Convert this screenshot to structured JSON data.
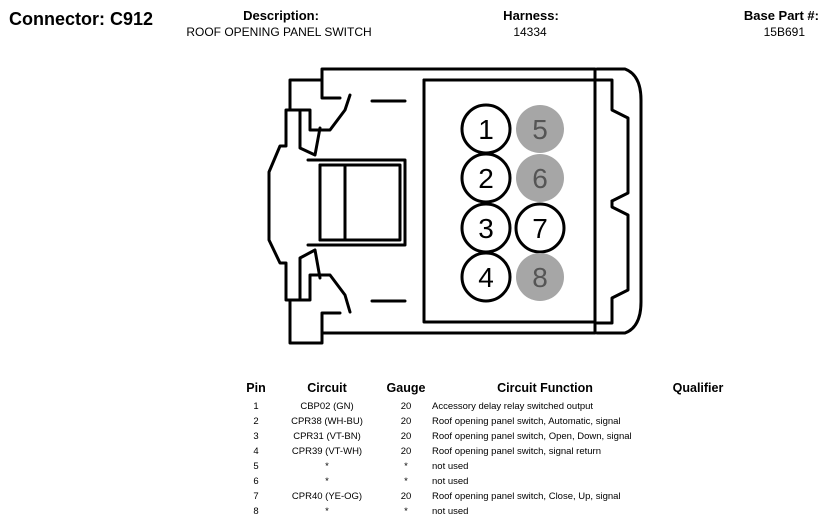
{
  "header": {
    "connector": "Connector: C912",
    "description_label": "Description:",
    "description_value": "ROOF OPENING PANEL SWITCH",
    "harness_label": "Harness:",
    "harness_value": "14334",
    "base_part_label": "Base Part #:",
    "base_part_value": "15B691"
  },
  "diagram": {
    "pins": [
      {
        "label": "1",
        "state": "populated"
      },
      {
        "label": "5",
        "state": "empty"
      },
      {
        "label": "2",
        "state": "populated"
      },
      {
        "label": "6",
        "state": "empty"
      },
      {
        "label": "3",
        "state": "populated"
      },
      {
        "label": "7",
        "state": "populated"
      },
      {
        "label": "4",
        "state": "populated"
      },
      {
        "label": "8",
        "state": "empty"
      }
    ],
    "colors": {
      "outline": "#000000",
      "populated_fill": "#ffffff",
      "empty_fill": "#a6a6a6",
      "empty_text": "#555555"
    }
  },
  "table": {
    "headers": {
      "pin": "Pin",
      "circuit": "Circuit",
      "gauge": "Gauge",
      "function": "Circuit Function",
      "qualifier": "Qualifier"
    },
    "rows": [
      {
        "pin": "1",
        "circuit": "CBP02 (GN)",
        "gauge": "20",
        "function": "Accessory delay relay switched output",
        "qualifier": ""
      },
      {
        "pin": "2",
        "circuit": "CPR38 (WH-BU)",
        "gauge": "20",
        "function": "Roof opening panel switch, Automatic, signal",
        "qualifier": ""
      },
      {
        "pin": "3",
        "circuit": "CPR31 (VT-BN)",
        "gauge": "20",
        "function": "Roof opening panel switch, Open, Down, signal",
        "qualifier": ""
      },
      {
        "pin": "4",
        "circuit": "CPR39 (VT-WH)",
        "gauge": "20",
        "function": "Roof opening panel switch, signal return",
        "qualifier": ""
      },
      {
        "pin": "5",
        "circuit": "*",
        "gauge": "*",
        "function": "not used",
        "qualifier": ""
      },
      {
        "pin": "6",
        "circuit": "*",
        "gauge": "*",
        "function": "not used",
        "qualifier": ""
      },
      {
        "pin": "7",
        "circuit": "CPR40 (YE-OG)",
        "gauge": "20",
        "function": "Roof opening panel switch, Close, Up, signal",
        "qualifier": ""
      },
      {
        "pin": "8",
        "circuit": "*",
        "gauge": "*",
        "function": "not used",
        "qualifier": ""
      }
    ]
  }
}
